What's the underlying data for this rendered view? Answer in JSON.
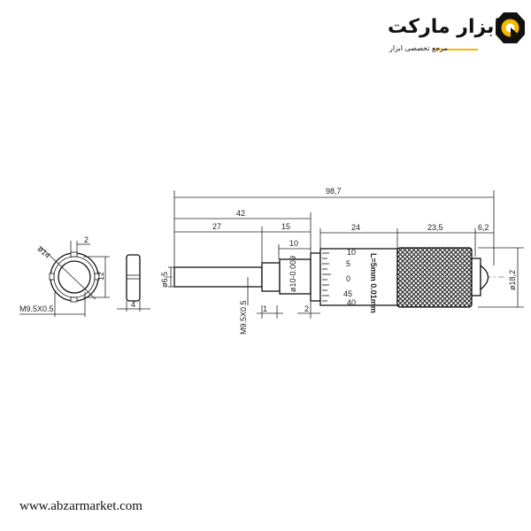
{
  "logo": {
    "name": "ابزار مارکت",
    "tagline": "مرجع تخصصی ابزار",
    "accent": "#f5b800"
  },
  "website": "www.abzarmarket.com",
  "dimensions": {
    "overall": "98,7",
    "spindle_sleeve": "42",
    "spindle": "27",
    "sleeve": "15",
    "sleeve_fit": "10",
    "thimble": "24",
    "ratchet": "23,5",
    "cap": "6,2",
    "thimble_dia": "ø18,2",
    "spindle_dia": "ø6,5",
    "thread": "M9.5X0.5",
    "gap1": "1",
    "gap2": "2",
    "sleeve_dia": "ø10-0.009"
  },
  "scale": {
    "top": "10",
    "n5": "5",
    "n0": "0",
    "n45": "45",
    "bottom": "40",
    "label": "L=5mm 0.01mm"
  },
  "nut": {
    "dia": "ø14",
    "slot": "2",
    "height": "12",
    "thread": "M9.5X0.5",
    "thickness": "4"
  }
}
